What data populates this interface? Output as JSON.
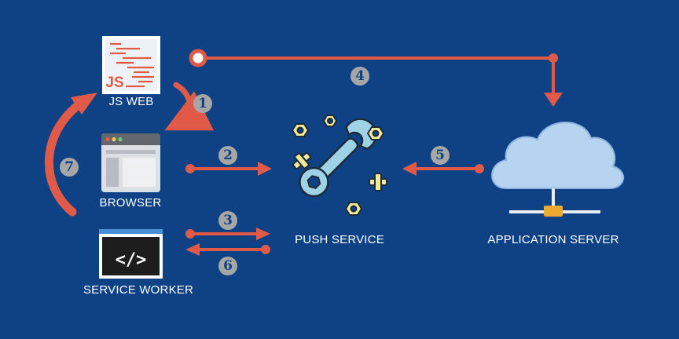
{
  "nodes": {
    "js_web": {
      "label": "JS WEB",
      "badge": "JS"
    },
    "browser": {
      "label": "BROWSER"
    },
    "service_worker": {
      "label": "SERVICE WORKER",
      "code": "</>"
    },
    "push_service": {
      "label": "PUSH SERVICE"
    },
    "application_server": {
      "label": "APPLICATION SERVER"
    }
  },
  "steps": [
    "1",
    "2",
    "3",
    "4",
    "5",
    "6",
    "7"
  ],
  "colors": {
    "background": "#0e4285",
    "arrow": "#e05a47",
    "step_badge": "#a6a6a6",
    "cloud": "#b6d3ef",
    "wrench": "#9ed3e6",
    "nut": "#f3ea98"
  }
}
